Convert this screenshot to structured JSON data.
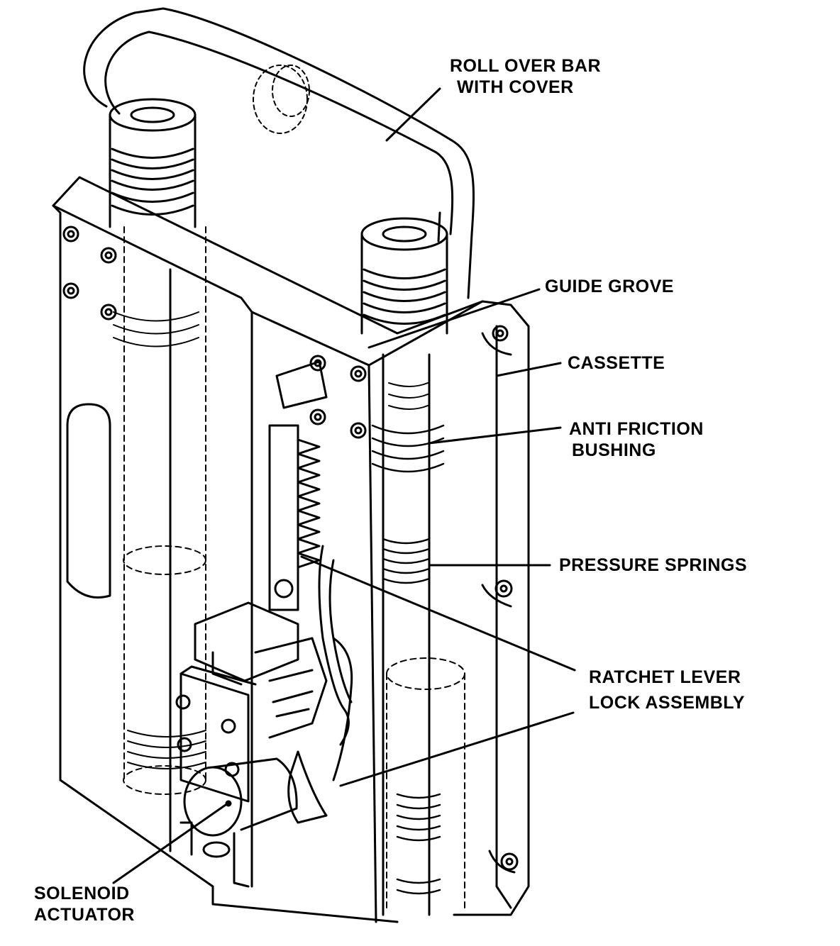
{
  "labels": {
    "roll_over_bar": {
      "line1": "ROLL OVER BAR",
      "line2": "WITH COVER"
    },
    "guide_grove": "GUIDE GROVE",
    "cassette": "CASSETTE",
    "anti_friction": {
      "line1": "ANTI FRICTION",
      "line2": "BUSHING"
    },
    "pressure_springs": "PRESSURE SPRINGS",
    "ratchet_lever": {
      "line1": "RATCHET LEVER",
      "line2": "LOCK ASSEMBLY"
    },
    "solenoid": {
      "line1": "SOLENOID",
      "line2": "ACTUATOR"
    }
  },
  "colors": {
    "ink": "#000000",
    "paper": "#ffffff"
  }
}
